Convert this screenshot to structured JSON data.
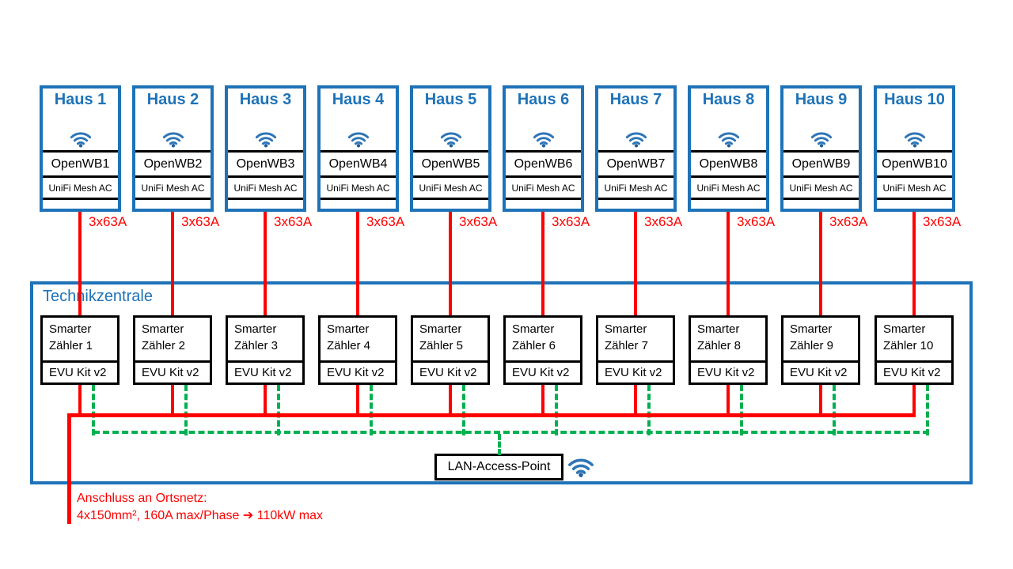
{
  "colors": {
    "accent_blue": "#1e73b8",
    "line_red": "#ff0000",
    "lan_green": "#00b050",
    "box_black": "#000000"
  },
  "houses": [
    {
      "name": "Haus 1",
      "wallbox": "OpenWB1",
      "mesh": "UniFi Mesh AC",
      "feed": "3x63A"
    },
    {
      "name": "Haus 2",
      "wallbox": "OpenWB2",
      "mesh": "UniFi Mesh AC",
      "feed": "3x63A"
    },
    {
      "name": "Haus 3",
      "wallbox": "OpenWB3",
      "mesh": "UniFi Mesh AC",
      "feed": "3x63A"
    },
    {
      "name": "Haus 4",
      "wallbox": "OpenWB4",
      "mesh": "UniFi Mesh AC",
      "feed": "3x63A"
    },
    {
      "name": "Haus 5",
      "wallbox": "OpenWB5",
      "mesh": "UniFi Mesh AC",
      "feed": "3x63A"
    },
    {
      "name": "Haus 6",
      "wallbox": "OpenWB6",
      "mesh": "UniFi Mesh AC",
      "feed": "3x63A"
    },
    {
      "name": "Haus 7",
      "wallbox": "OpenWB7",
      "mesh": "UniFi Mesh AC",
      "feed": "3x63A"
    },
    {
      "name": "Haus 8",
      "wallbox": "OpenWB8",
      "mesh": "UniFi Mesh AC",
      "feed": "3x63A"
    },
    {
      "name": "Haus 9",
      "wallbox": "OpenWB9",
      "mesh": "UniFi Mesh AC",
      "feed": "3x63A"
    },
    {
      "name": "Haus 10",
      "wallbox": "OpenWB10",
      "mesh": "UniFi Mesh AC",
      "feed": "3x63A"
    }
  ],
  "technik": {
    "title": "Technikzentrale",
    "meters": [
      {
        "name": "Smarter Zähler 1",
        "kit": "EVU Kit v2"
      },
      {
        "name": "Smarter Zähler 2",
        "kit": "EVU Kit v2"
      },
      {
        "name": "Smarter Zähler 3",
        "kit": "EVU Kit v2"
      },
      {
        "name": "Smarter Zähler 4",
        "kit": "EVU Kit v2"
      },
      {
        "name": "Smarter Zähler 5",
        "kit": "EVU Kit v2"
      },
      {
        "name": "Smarter Zähler 6",
        "kit": "EVU Kit v2"
      },
      {
        "name": "Smarter Zähler 7",
        "kit": "EVU Kit v2"
      },
      {
        "name": "Smarter Zähler 8",
        "kit": "EVU Kit v2"
      },
      {
        "name": "Smarter Zähler 9",
        "kit": "EVU Kit v2"
      },
      {
        "name": "Smarter Zähler 10",
        "kit": "EVU Kit v2"
      }
    ]
  },
  "access_point": {
    "label": "LAN-Access-Point"
  },
  "grid_connection": {
    "line1": "Anschluss an Ortsnetz:",
    "line2": "4x150mm², 160A max/Phase ➔ 110kW max"
  }
}
